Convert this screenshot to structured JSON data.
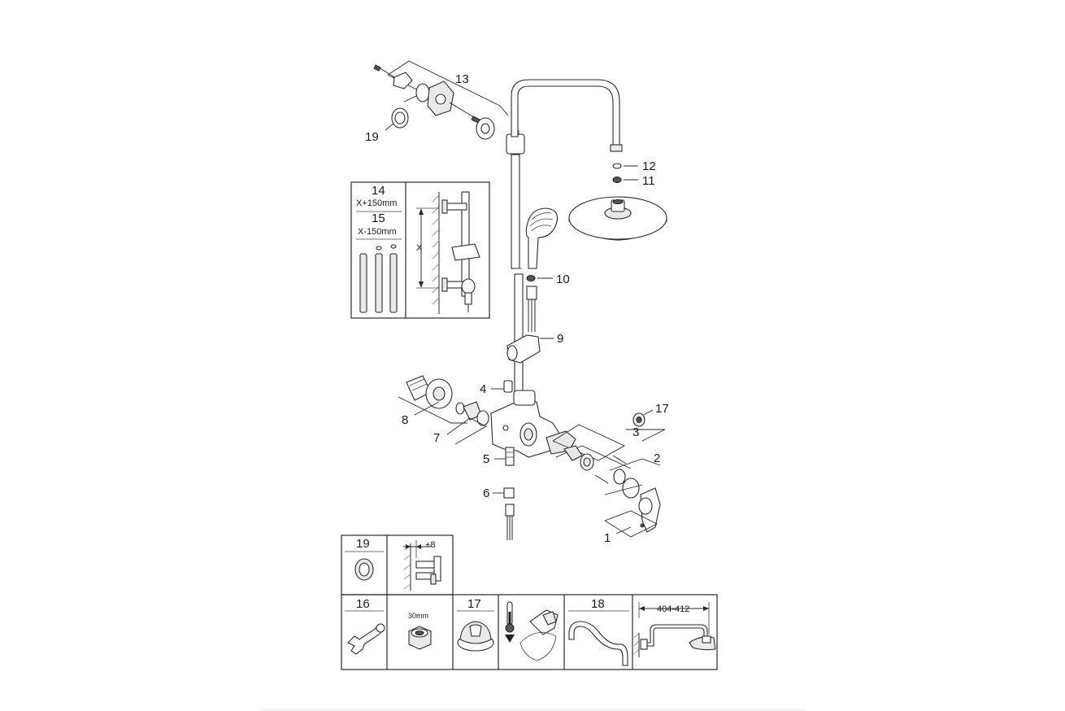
{
  "callouts": {
    "c1": "1",
    "c2": "2",
    "c3": "3",
    "c4": "4",
    "c5": "5",
    "c6": "6",
    "c7": "7",
    "c8": "8",
    "c9": "9",
    "c10": "10",
    "c11": "11",
    "c12": "12",
    "c13": "13",
    "c17": "17",
    "c19": "19"
  },
  "inset_extension": {
    "num14": "14",
    "label14": "X+150mm",
    "num15": "15",
    "label15": "X-150mm",
    "dim": "X"
  },
  "accessory_table": {
    "cell19": "19",
    "offset": "+8",
    "cell16": "16",
    "nut_size": "30mm",
    "cell17": "17",
    "cell18": "18",
    "reach": "404-412"
  }
}
